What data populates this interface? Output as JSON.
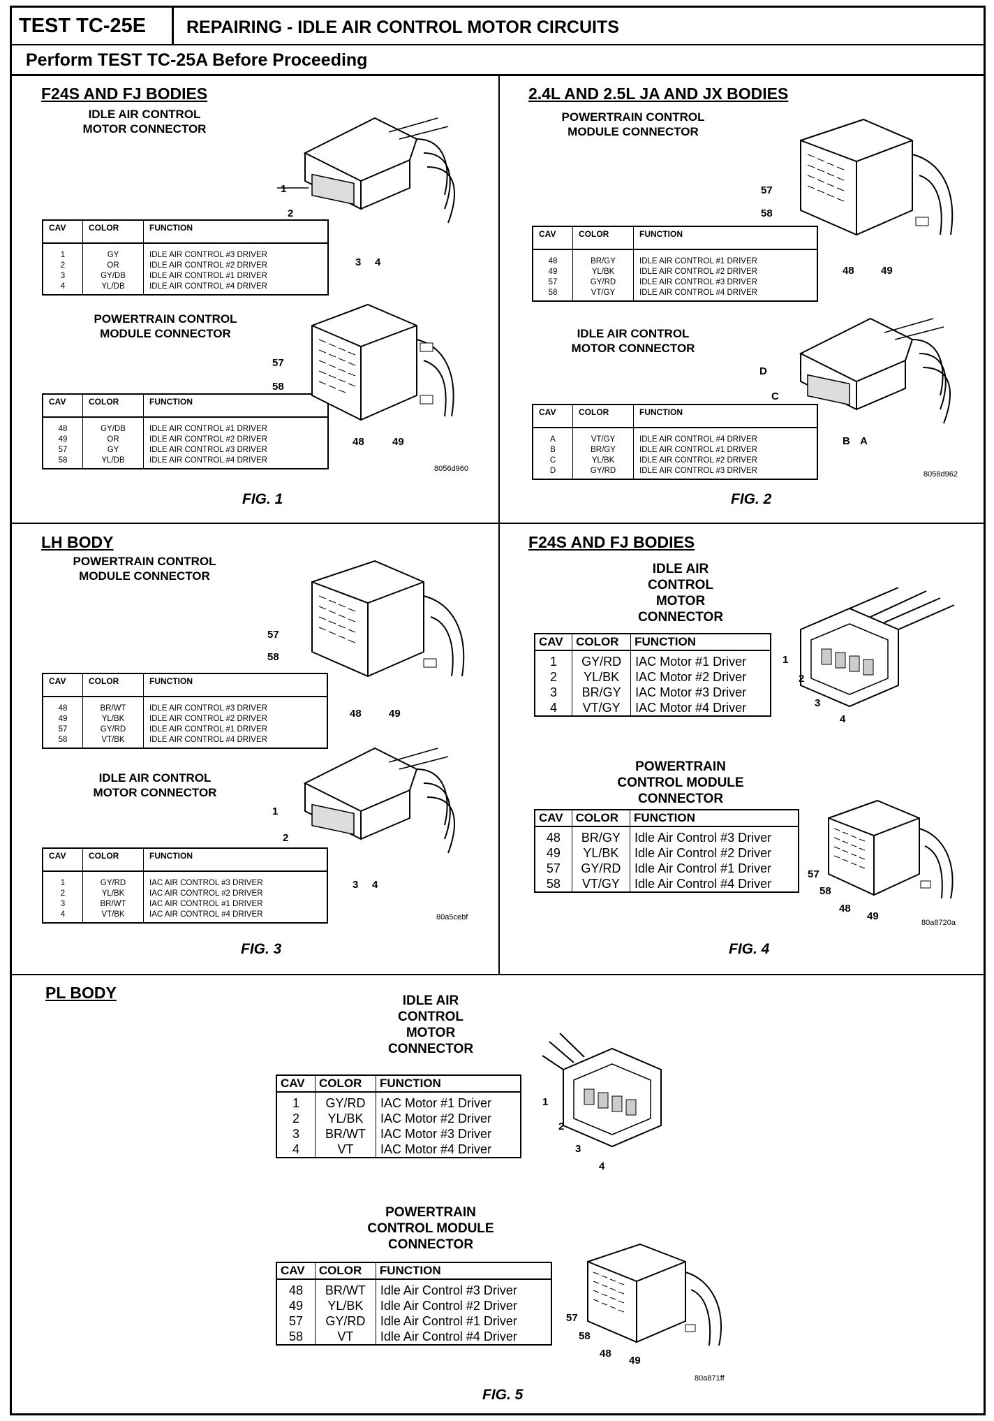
{
  "header": {
    "test_id": "TEST TC-25E",
    "title": "REPAIRING - IDLE AIR CONTROL MOTOR CIRCUITS",
    "subtitle": "Perform TEST TC-25A Before Proceeding"
  },
  "panel1": {
    "section_title": "F24S AND FJ BODIES",
    "iac_caption": [
      "IDLE AIR CONTROL",
      "MOTOR CONNECTOR"
    ],
    "iac_table": {
      "headers": [
        "CAV",
        "COLOR",
        "FUNCTION"
      ],
      "rows": [
        [
          "1",
          "GY",
          "IDLE AIR CONTROL #3 DRIVER"
        ],
        [
          "2",
          "OR",
          "IDLE AIR CONTROL #2 DRIVER"
        ],
        [
          "3",
          "GY/DB",
          "IDLE AIR CONTROL #1 DRIVER"
        ],
        [
          "4",
          "YL/DB",
          "IDLE AIR CONTROL #4 DRIVER"
        ]
      ]
    },
    "iac_pins": [
      "1",
      "2",
      "3",
      "4"
    ],
    "pcm_caption": [
      "POWERTRAIN CONTROL",
      "MODULE CONNECTOR"
    ],
    "pcm_table": {
      "headers": [
        "CAV",
        "COLOR",
        "FUNCTION"
      ],
      "rows": [
        [
          "48",
          "GY/DB",
          "IDLE AIR CONTROL #1 DRIVER"
        ],
        [
          "49",
          "OR",
          "IDLE AIR CONTROL #2 DRIVER"
        ],
        [
          "57",
          "GY",
          "IDLE AIR CONTROL #3 DRIVER"
        ],
        [
          "58",
          "YL/DB",
          "IDLE AIR CONTROL #4 DRIVER"
        ]
      ]
    },
    "pcm_pins": [
      "57",
      "58",
      "48",
      "49"
    ],
    "code": "8056d960",
    "fig": "FIG. 1"
  },
  "panel2": {
    "section_title": "2.4L AND 2.5L JA AND JX BODIES",
    "pcm_caption": [
      "POWERTRAIN CONTROL",
      "MODULE CONNECTOR"
    ],
    "pcm_table": {
      "headers": [
        "CAV",
        "COLOR",
        "FUNCTION"
      ],
      "rows": [
        [
          "48",
          "BR/GY",
          "IDLE AIR CONTROL #1 DRIVER"
        ],
        [
          "49",
          "YL/BK",
          "IDLE AIR CONTROL #2 DRIVER"
        ],
        [
          "57",
          "GY/RD",
          "IDLE AIR CONTROL #3 DRIVER"
        ],
        [
          "58",
          "VT/GY",
          "IDLE AIR CONTROL #4 DRIVER"
        ]
      ]
    },
    "pcm_pins": [
      "57",
      "58",
      "48",
      "49"
    ],
    "iac_caption": [
      "IDLE AIR CONTROL",
      "MOTOR CONNECTOR"
    ],
    "iac_table": {
      "headers": [
        "CAV",
        "COLOR",
        "FUNCTION"
      ],
      "rows": [
        [
          "A",
          "VT/GY",
          "IDLE AIR CONTROL #4 DRIVER"
        ],
        [
          "B",
          "BR/GY",
          "IDLE AIR CONTROL #1 DRIVER"
        ],
        [
          "C",
          "YL/BK",
          "IDLE AIR CONTROL #2 DRIVER"
        ],
        [
          "D",
          "GY/RD",
          "IDLE AIR CONTROL #3 DRIVER"
        ]
      ]
    },
    "iac_pins": [
      "D",
      "C",
      "B",
      "A"
    ],
    "code": "8058d962",
    "fig": "FIG. 2"
  },
  "panel3": {
    "section_title": "LH BODY",
    "pcm_caption": [
      "POWERTRAIN CONTROL",
      "MODULE CONNECTOR"
    ],
    "pcm_table": {
      "headers": [
        "CAV",
        "COLOR",
        "FUNCTION"
      ],
      "rows": [
        [
          "48",
          "BR/WT",
          "IDLE AIR CONTROL #3 DRIVER"
        ],
        [
          "49",
          "YL/BK",
          "IDLE AIR CONTROL #2 DRIVER"
        ],
        [
          "57",
          "GY/RD",
          "IDLE AIR CONTROL #1 DRIVER"
        ],
        [
          "58",
          "VT/BK",
          "IDLE AIR CONTROL #4 DRIVER"
        ]
      ]
    },
    "pcm_pins": [
      "57",
      "58",
      "48",
      "49"
    ],
    "iac_caption": [
      "IDLE AIR CONTROL",
      "MOTOR CONNECTOR"
    ],
    "iac_table": {
      "headers": [
        "CAV",
        "COLOR",
        "FUNCTION"
      ],
      "rows": [
        [
          "1",
          "GY/RD",
          "IAC AIR CONTROL #3 DRIVER"
        ],
        [
          "2",
          "YL/BK",
          "IAC AIR CONTROL #2 DRIVER"
        ],
        [
          "3",
          "BR/WT",
          "IAC AIR CONTROL #1 DRIVER"
        ],
        [
          "4",
          "VT/BK",
          "IAC AIR CONTROL #4 DRIVER"
        ]
      ]
    },
    "iac_pins": [
      "1",
      "2",
      "3",
      "4"
    ],
    "code": "80a5cebf",
    "fig": "FIG. 3"
  },
  "panel4": {
    "section_title": "F24S AND FJ BODIES",
    "iac_caption": [
      "IDLE AIR",
      "CONTROL",
      "MOTOR",
      "CONNECTOR"
    ],
    "iac_table": {
      "headers": [
        "CAV",
        "COLOR",
        "FUNCTION"
      ],
      "rows": [
        [
          "1",
          "GY/RD",
          "IAC Motor #1 Driver"
        ],
        [
          "2",
          "YL/BK",
          "IAC Motor #2 Driver"
        ],
        [
          "3",
          "BR/GY",
          "IAC Motor #3 Driver"
        ],
        [
          "4",
          "VT/GY",
          "IAC Motor #4 Driver"
        ]
      ]
    },
    "iac_pins": [
      "1",
      "2",
      "3",
      "4"
    ],
    "pcm_caption": [
      "POWERTRAIN",
      "CONTROL MODULE",
      "CONNECTOR"
    ],
    "pcm_table": {
      "headers": [
        "CAV",
        "COLOR",
        "FUNCTION"
      ],
      "rows": [
        [
          "48",
          "BR/GY",
          "Idle Air Control #3 Driver"
        ],
        [
          "49",
          "YL/BK",
          "Idle Air Control #2 Driver"
        ],
        [
          "57",
          "GY/RD",
          "Idle Air Control #1 Driver"
        ],
        [
          "58",
          "VT/GY",
          "Idle Air Control #4 Driver"
        ]
      ]
    },
    "pcm_pins": [
      "57",
      "58",
      "48",
      "49"
    ],
    "code": "80a8720a",
    "fig": "FIG. 4"
  },
  "panel5": {
    "section_title": "PL BODY",
    "iac_caption": [
      "IDLE AIR",
      "CONTROL",
      "MOTOR",
      "CONNECTOR"
    ],
    "iac_table": {
      "headers": [
        "CAV",
        "COLOR",
        "FUNCTION"
      ],
      "rows": [
        [
          "1",
          "GY/RD",
          "IAC Motor #1 Driver"
        ],
        [
          "2",
          "YL/BK",
          "IAC Motor #2 Driver"
        ],
        [
          "3",
          "BR/WT",
          "IAC Motor #3 Driver"
        ],
        [
          "4",
          "VT",
          "IAC Motor #4 Driver"
        ]
      ]
    },
    "iac_pins": [
      "1",
      "2",
      "3",
      "4"
    ],
    "pcm_caption": [
      "POWERTRAIN",
      "CONTROL MODULE",
      "CONNECTOR"
    ],
    "pcm_table": {
      "headers": [
        "CAV",
        "COLOR",
        "FUNCTION"
      ],
      "rows": [
        [
          "48",
          "BR/WT",
          "Idle Air Control #3 Driver"
        ],
        [
          "49",
          "YL/BK",
          "Idle Air Control #2 Driver"
        ],
        [
          "57",
          "GY/RD",
          "Idle Air Control #1 Driver"
        ],
        [
          "58",
          "VT",
          "Idle Air Control #4 Driver"
        ]
      ]
    },
    "pcm_pins": [
      "57",
      "58",
      "48",
      "49"
    ],
    "code": "80a871ff",
    "fig": "FIG. 5"
  }
}
